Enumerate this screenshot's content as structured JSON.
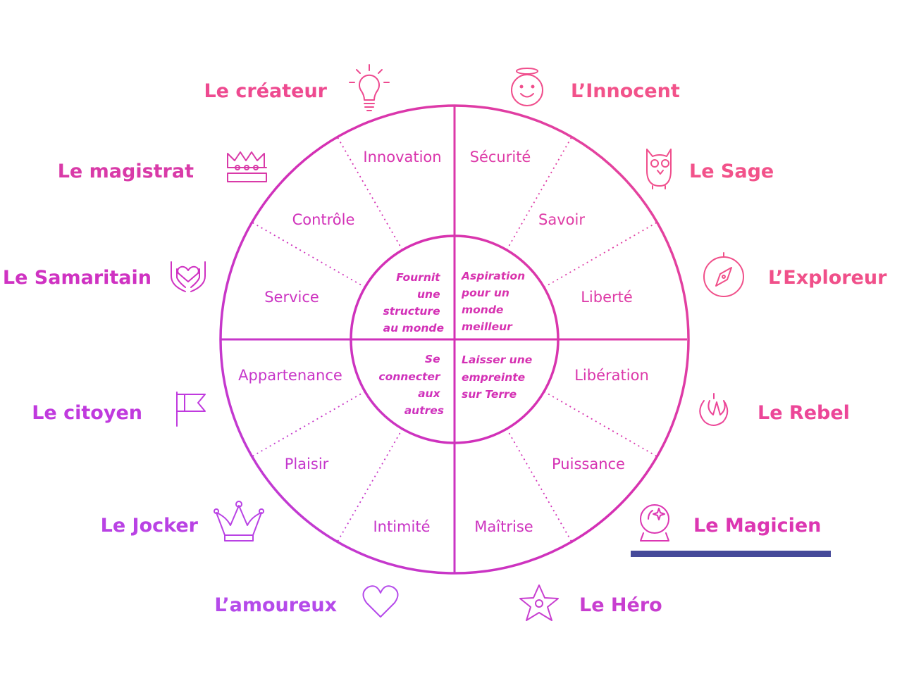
{
  "colors": {
    "gradient_top_right": "#f04e8c",
    "gradient_mid": "#d42fb4",
    "gradient_bottom_left": "#b340e8",
    "underline": "#464a9a",
    "background": "#ffffff"
  },
  "archetypes": {
    "createur": "Le créateur",
    "innocent": "L’Innocent",
    "magistrat": "Le magistrat",
    "sage": "Le Sage",
    "samaritain": "Le Samaritain",
    "explorateur": "L’Exploreur",
    "citoyen": "Le citoyen",
    "rebel": "Le Rebel",
    "jocker": "Le Jocker",
    "magicien": "Le Magicien",
    "amoureux": "L’amoureux",
    "hero": "Le Héro"
  },
  "values": {
    "innovation": "Innovation",
    "securite": "Sécurité",
    "controle": "Contrôle",
    "savoir": "Savoir",
    "service": "Service",
    "liberte": "Liberté",
    "appartenance": "Appartenance",
    "liberation": "Libération",
    "plaisir": "Plaisir",
    "puissance": "Puissance",
    "intimite": "Intimité",
    "maitrise": "Maîtrise"
  },
  "inner": {
    "top_left": [
      "Fournit",
      "une",
      "structure",
      "au monde"
    ],
    "top_right": [
      "Aspiration",
      "pour un",
      "monde",
      "meilleur"
    ],
    "bottom_left": [
      "Se",
      "connecter",
      "aux",
      "autres"
    ],
    "bottom_right": [
      "Laisser une",
      "empreinte",
      "sur Terre"
    ]
  },
  "icons": [
    "lightbulb-icon",
    "angel-smiley-icon",
    "crown-icon",
    "owl-icon",
    "hands-heart-icon",
    "compass-icon",
    "flag-icon",
    "rebel-emblem-icon",
    "jester-hat-icon",
    "crystal-ball-icon",
    "heart-icon",
    "star-icon"
  ]
}
